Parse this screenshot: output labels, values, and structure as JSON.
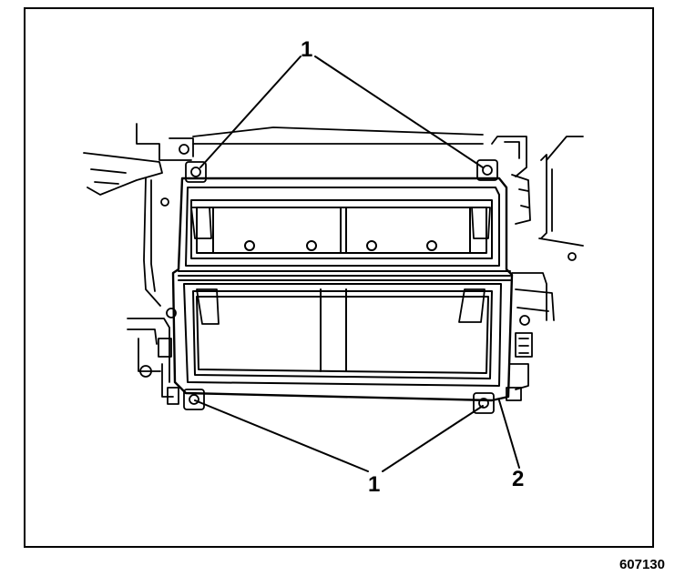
{
  "diagram": {
    "callouts": {
      "fastener": "1",
      "module": "2"
    },
    "figure_number": "607130",
    "colors": {
      "line": "#000000",
      "background": "#ffffff"
    }
  }
}
